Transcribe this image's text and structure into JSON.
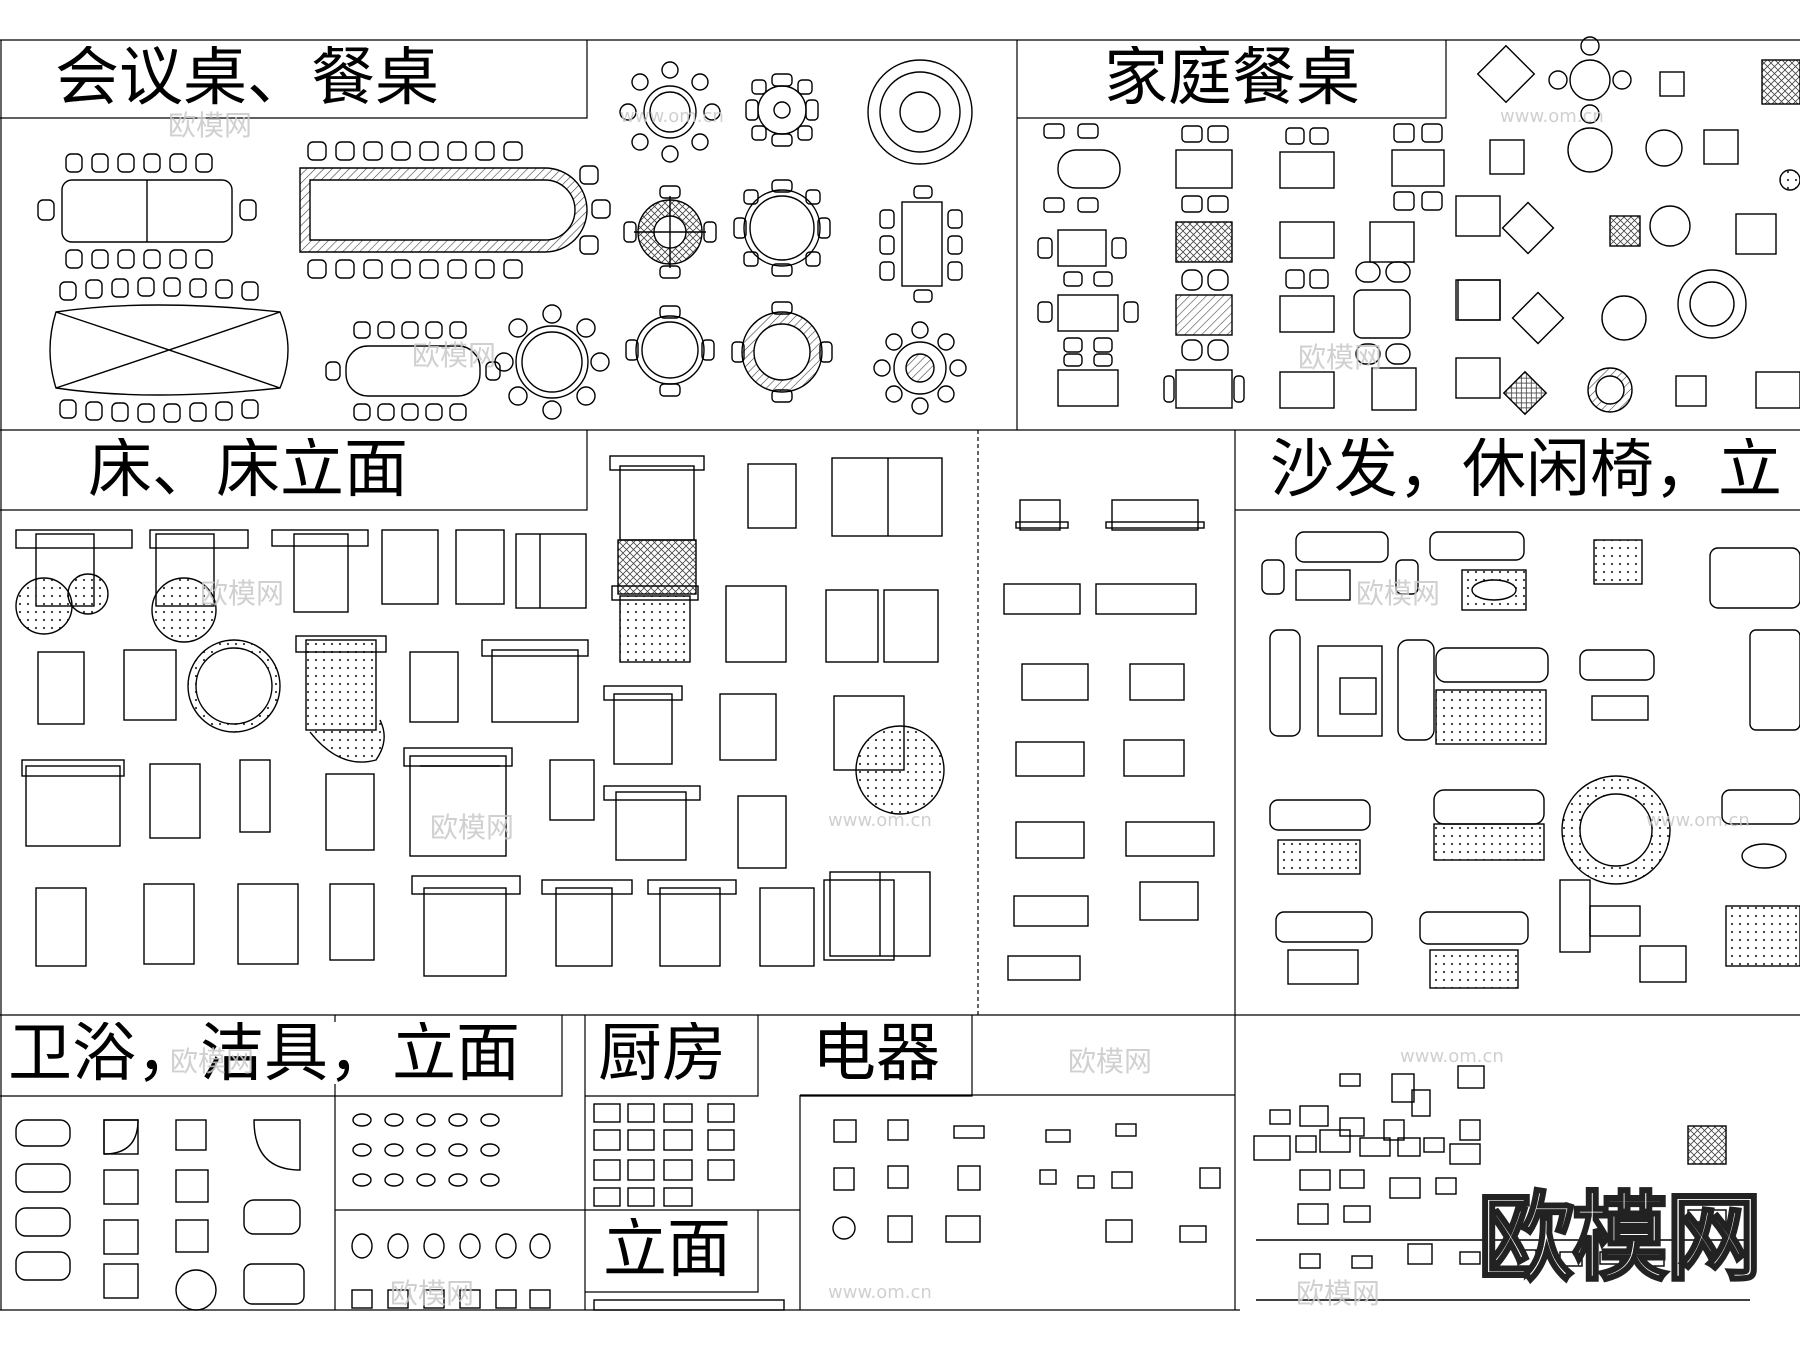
{
  "sections": {
    "conference": {
      "title": "会议桌、餐桌"
    },
    "family_dining": {
      "title": "家庭餐桌"
    },
    "bed": {
      "title": "床、床立面"
    },
    "sofa": {
      "title": "沙发，休闲椅，立"
    },
    "bath": {
      "title": "卫浴，洁具，立面"
    },
    "kitchen": {
      "title": "厨房"
    },
    "appliance": {
      "title": "电器"
    },
    "elevation": {
      "title": "立面"
    }
  },
  "watermark": {
    "brand": "欧模网",
    "url": "www.om.cn"
  },
  "logo": {
    "text": "欧模网"
  },
  "colors": {
    "line": "#000000",
    "hatch": "#444444",
    "watermark": "#c8c8c8",
    "background": "#ffffff"
  }
}
